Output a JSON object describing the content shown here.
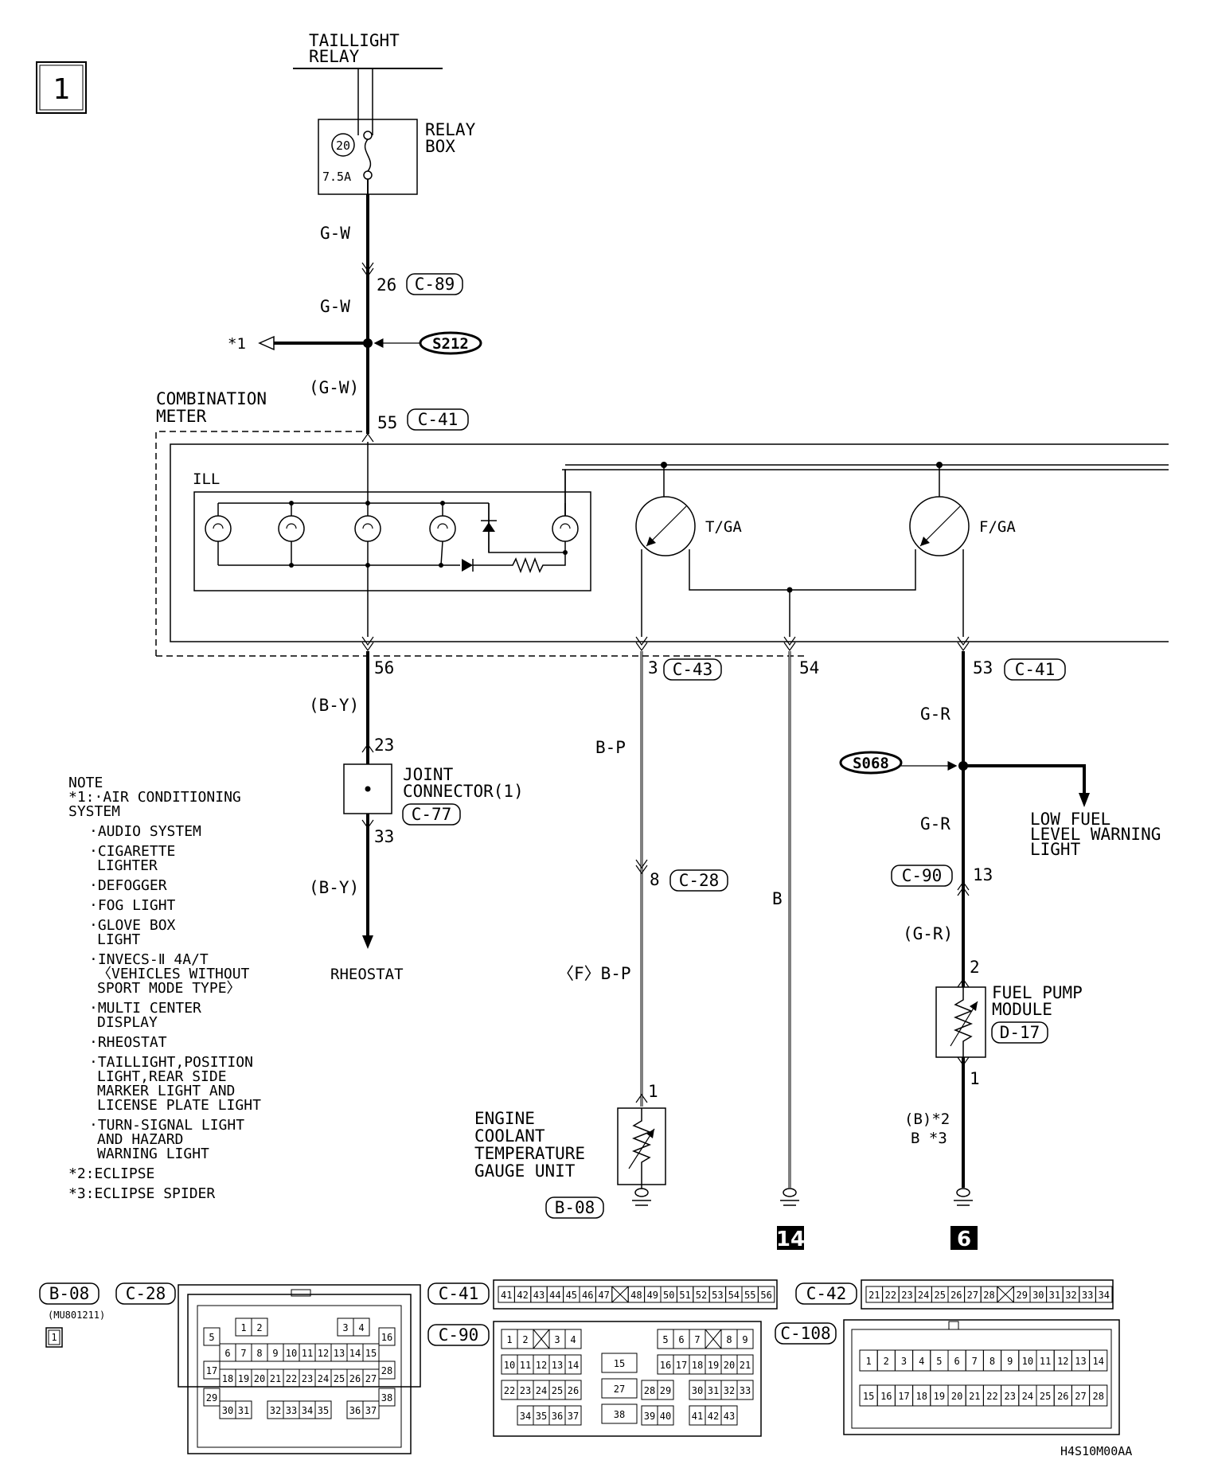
{
  "page_number": "1",
  "taillight_relay": "TAILLIGHT\nRELAY",
  "relay_box": {
    "label": "RELAY\nBOX",
    "fuse_no": "20",
    "fuse_rating": "7.5A"
  },
  "wires": {
    "gw1": "G-W",
    "gw2": "G-W",
    "gw3": "(G-W)",
    "by1": "(B-Y)",
    "by2": "(B-Y)",
    "bp1": "B-P",
    "bp2": "〈F〉B-P",
    "b": "B",
    "gr1": "G-R",
    "gr2": "G-R",
    "gr3": "(G-R)",
    "ground_b_eclipse": "(B)*2",
    "ground_b_spider": "B *3"
  },
  "connectors": {
    "c89": {
      "pin": "26",
      "id": "C-89"
    },
    "c41_top": {
      "pin": "55",
      "id": "C-41"
    },
    "c41_56": "56",
    "c43": {
      "pin": "3",
      "id": "C-43"
    },
    "c41_54": "54",
    "c41_53": {
      "pin": "53",
      "id": "C-41"
    },
    "joint_in": "23",
    "joint_out": "33",
    "c77": "C-77",
    "c28": {
      "pin": "8",
      "id": "C-28"
    },
    "c90": {
      "pin": "13",
      "id": "C-90"
    },
    "d17_in": "2",
    "d17_out": "1",
    "d17": "D-17",
    "b08_pin": "1",
    "b08": "B-08"
  },
  "splices": {
    "s212": "S212",
    "s068": "S068"
  },
  "star1": "*1",
  "combination_meter": "COMBINATION\nMETER",
  "ill": "ILL",
  "tga": "T/GA",
  "fga": "F/GA",
  "joint_connector": "JOINT\nCONNECTOR(1)",
  "rheostat": "RHEOSTAT",
  "low_fuel": "LOW FUEL\nLEVEL WARNING\nLIGHT",
  "fuel_pump": "FUEL PUMP\nMODULE",
  "engine_coolant": "ENGINE\nCOOLANT\nTEMPERATURE\nGAUGE UNIT",
  "ground_refs": {
    "g14": "14",
    "g6": "6"
  },
  "note": {
    "title": "NOTE",
    "star1_head": "*1:·AIR CONDITIONING\n    SYSTEM",
    "items": [
      "·AUDIO SYSTEM",
      "·CIGARETTE\nLIGHTER",
      "·DEFOGGER",
      "·FOG LIGHT",
      "·GLOVE BOX\nLIGHT",
      "·INVECS-Ⅱ 4A/T\n〈VEHICLES WITHOUT\nSPORT MODE TYPE〉",
      "·MULTI CENTER\nDISPLAY",
      "·RHEOSTAT",
      "·TAILLIGHT,POSITION\nLIGHT,REAR SIDE\nMARKER LIGHT AND\nLICENSE PLATE LIGHT",
      "·TURN-SIGNAL LIGHT\nAND HAZARD\nWARNING LIGHT"
    ],
    "star2": "*2:ECLIPSE",
    "star3": "*3:ECLIPSE SPIDER"
  },
  "connector_views": {
    "b08": "B-08",
    "b08_part": "(MU801211)",
    "b08_pin": "1",
    "c28": "C-28",
    "c41": "C-41",
    "c42": "C-42",
    "c90": "C-90",
    "c108": "C-108",
    "c41_pins": [
      "41",
      "42",
      "43",
      "44",
      "45",
      "46",
      "47",
      "",
      "48",
      "49",
      "50",
      "51",
      "52",
      "53",
      "54",
      "55",
      "56"
    ],
    "c42_pins": [
      "21",
      "22",
      "23",
      "24",
      "25",
      "26",
      "27",
      "28",
      "",
      "29",
      "30",
      "31",
      "32",
      "33",
      "34"
    ],
    "c108_row1": [
      "1",
      "2",
      "3",
      "4",
      "5",
      "6",
      "7",
      "8",
      "9",
      "10",
      "11",
      "12",
      "13",
      "14"
    ],
    "c108_row2": [
      "15",
      "16",
      "17",
      "18",
      "19",
      "20",
      "21",
      "22",
      "23",
      "24",
      "25",
      "26",
      "27",
      "28"
    ]
  },
  "diagram_code": "H4S10M00AA"
}
